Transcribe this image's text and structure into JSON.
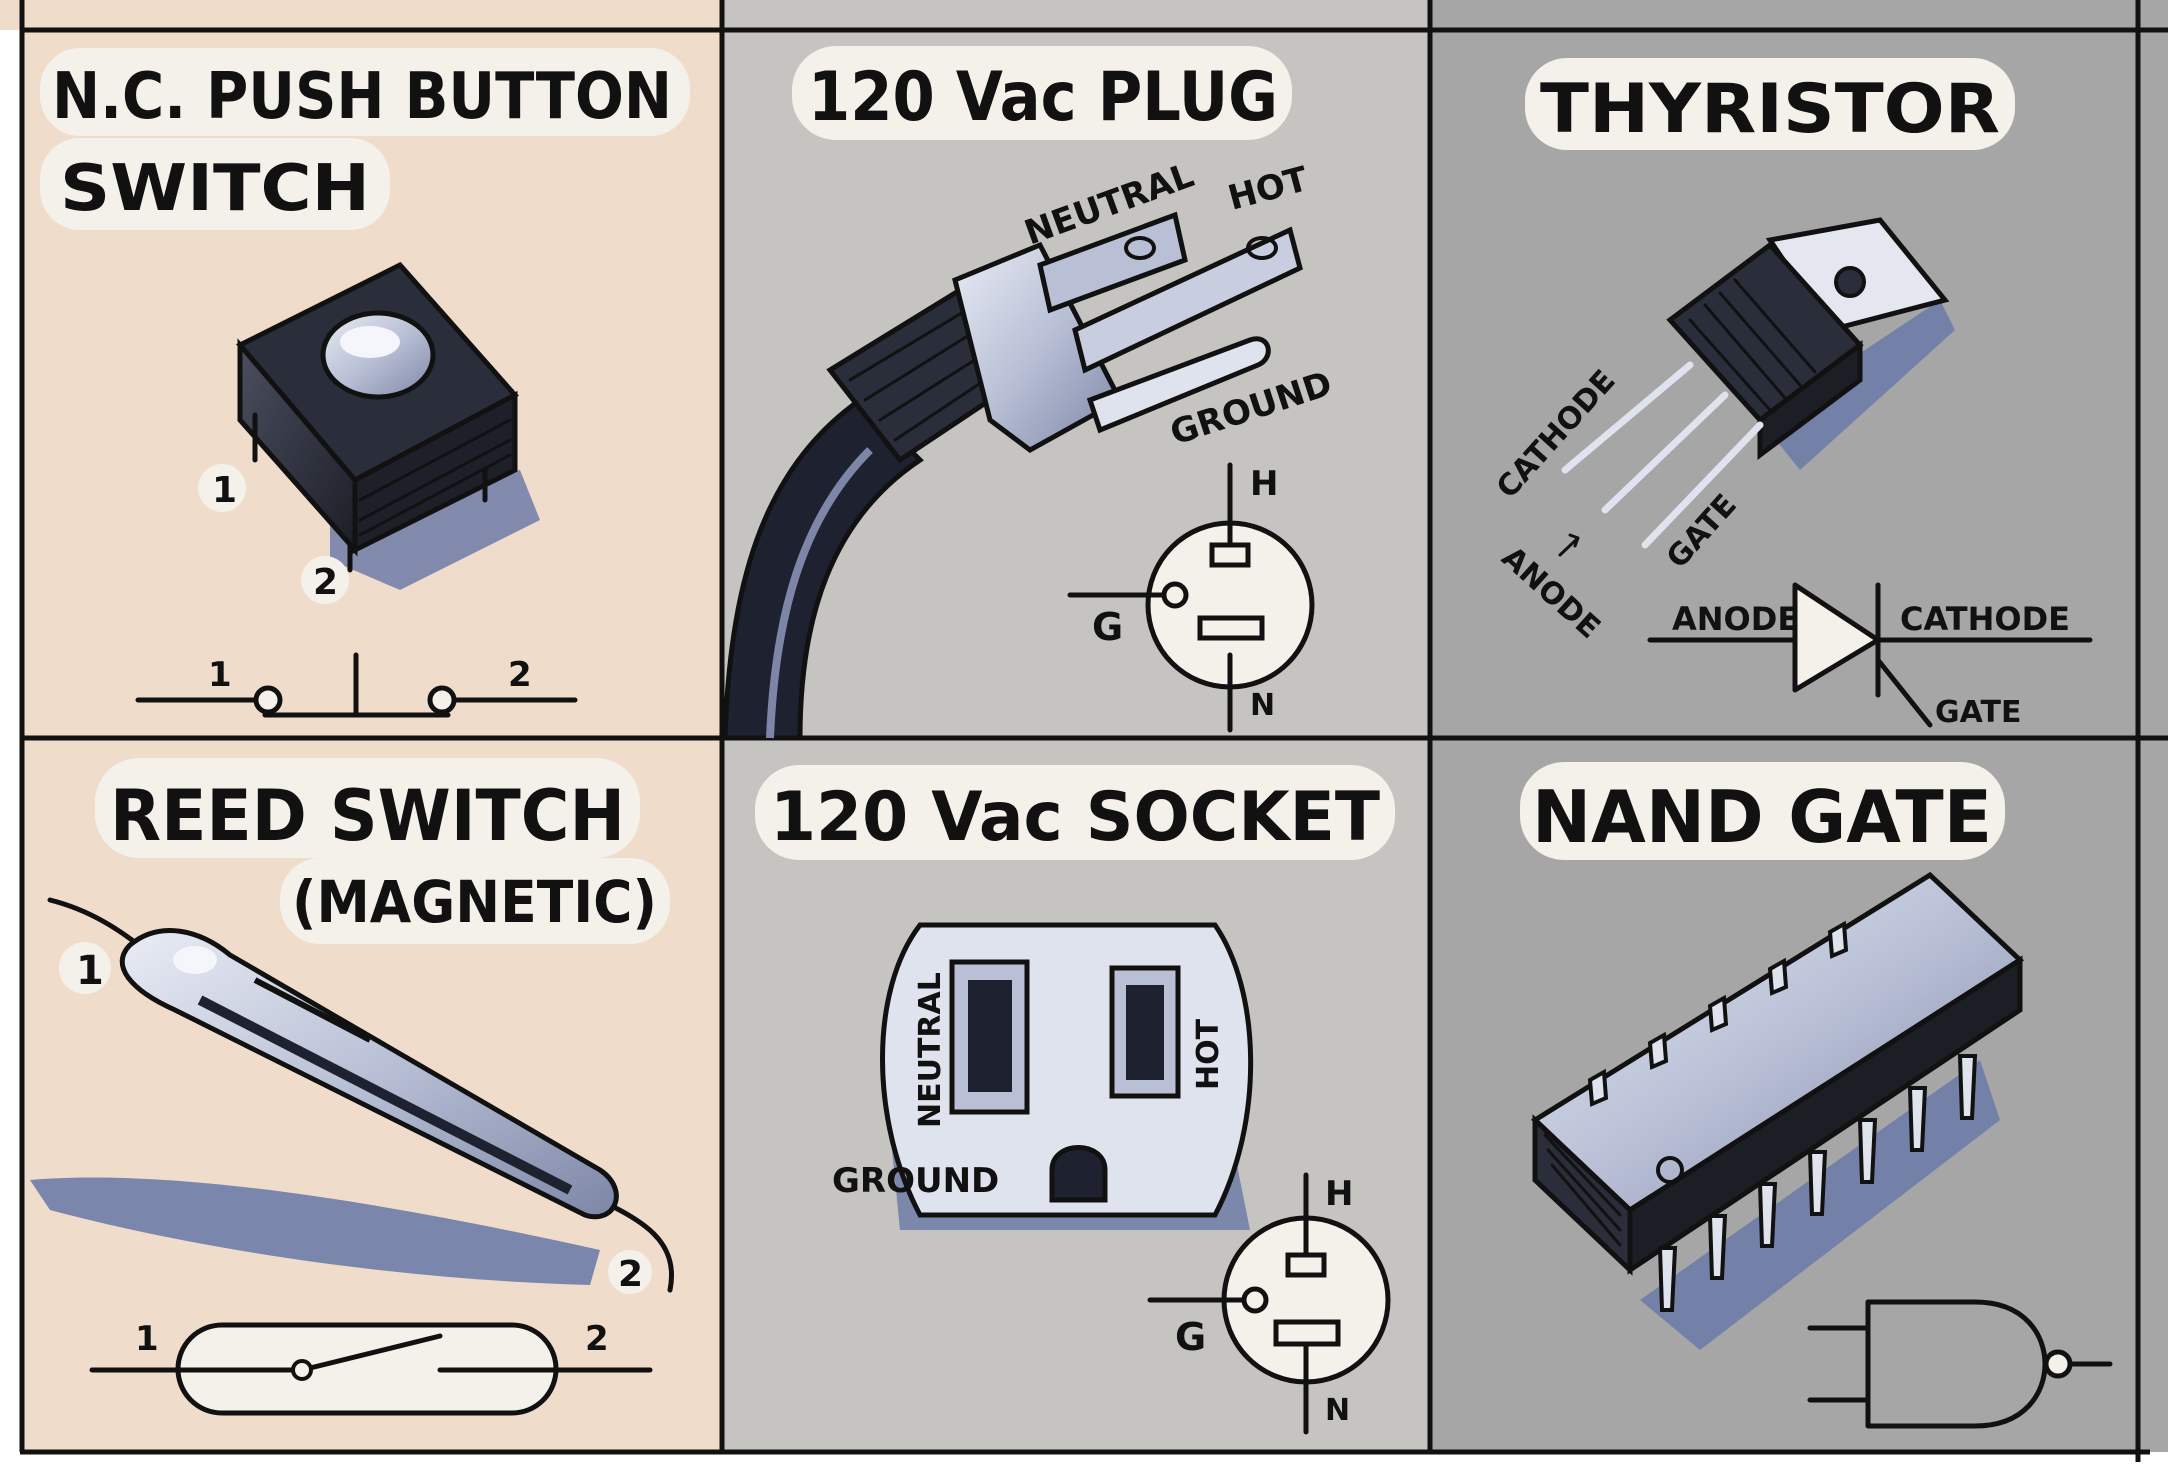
{
  "colors": {
    "peach": "#f0dccb",
    "light_gray": "#c6c4c1",
    "mid_gray": "#a6a6a6",
    "ink": "#111111",
    "shadow": "#6e7ca8",
    "highlight": "#f4f1ea"
  },
  "cells": [
    {
      "title_lines": [
        "N.C. PUSH BUTTON",
        "SWITCH"
      ],
      "labels": [
        "1",
        "2",
        "1",
        "2"
      ]
    },
    {
      "title_lines": [
        "120 Vac PLUG"
      ],
      "labels": [
        "NEUTRAL",
        "HOT",
        "GROUND",
        "H",
        "G",
        "N"
      ]
    },
    {
      "title_lines": [
        "THYRISTOR"
      ],
      "labels": [
        "CATHODE",
        "ANODE",
        "GATE",
        "ANODE",
        "CATHODE",
        "GATE"
      ]
    },
    {
      "title_lines": [
        "REED SWITCH",
        "(MAGNETIC)"
      ],
      "labels": [
        "1",
        "2",
        "1",
        "2"
      ]
    },
    {
      "title_lines": [
        "120 Vac SOCKET"
      ],
      "labels": [
        "NEUTRAL",
        "HOT",
        "GROUND",
        "H",
        "G",
        "N"
      ]
    },
    {
      "title_lines": [
        "NAND GATE"
      ],
      "labels": []
    }
  ]
}
